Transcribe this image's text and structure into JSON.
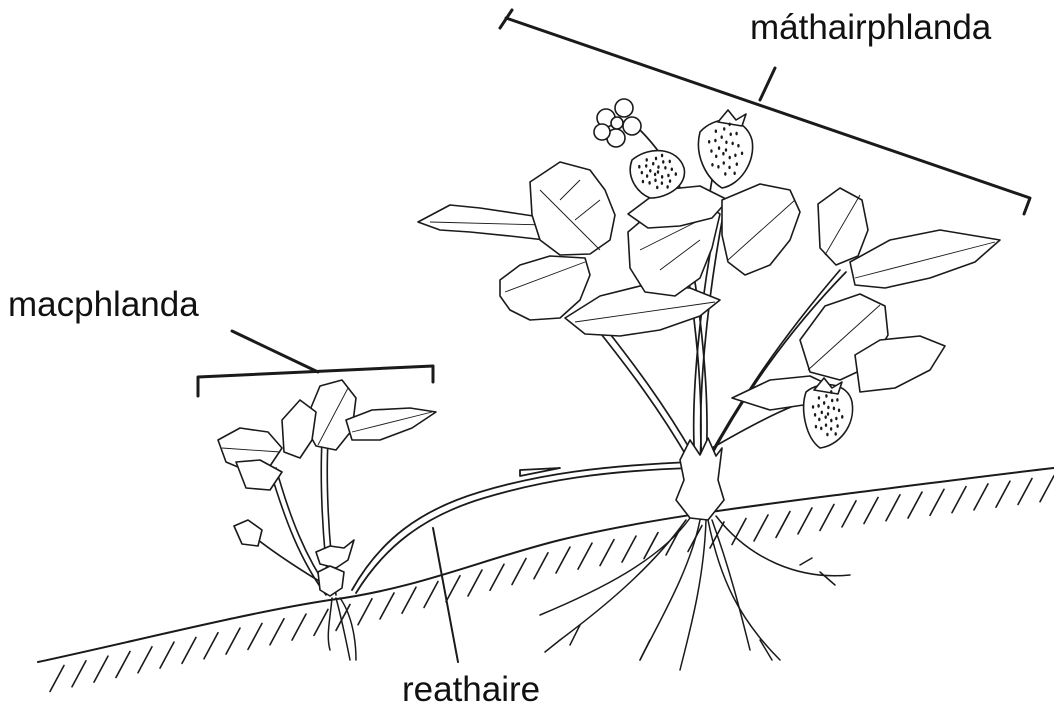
{
  "labels": {
    "mother_plant": "máthairphlanda",
    "daughter_plant": "macphlanda",
    "runner": "reathaire"
  },
  "colors": {
    "ink": "#1a1a1a",
    "background": "#ffffff"
  }
}
